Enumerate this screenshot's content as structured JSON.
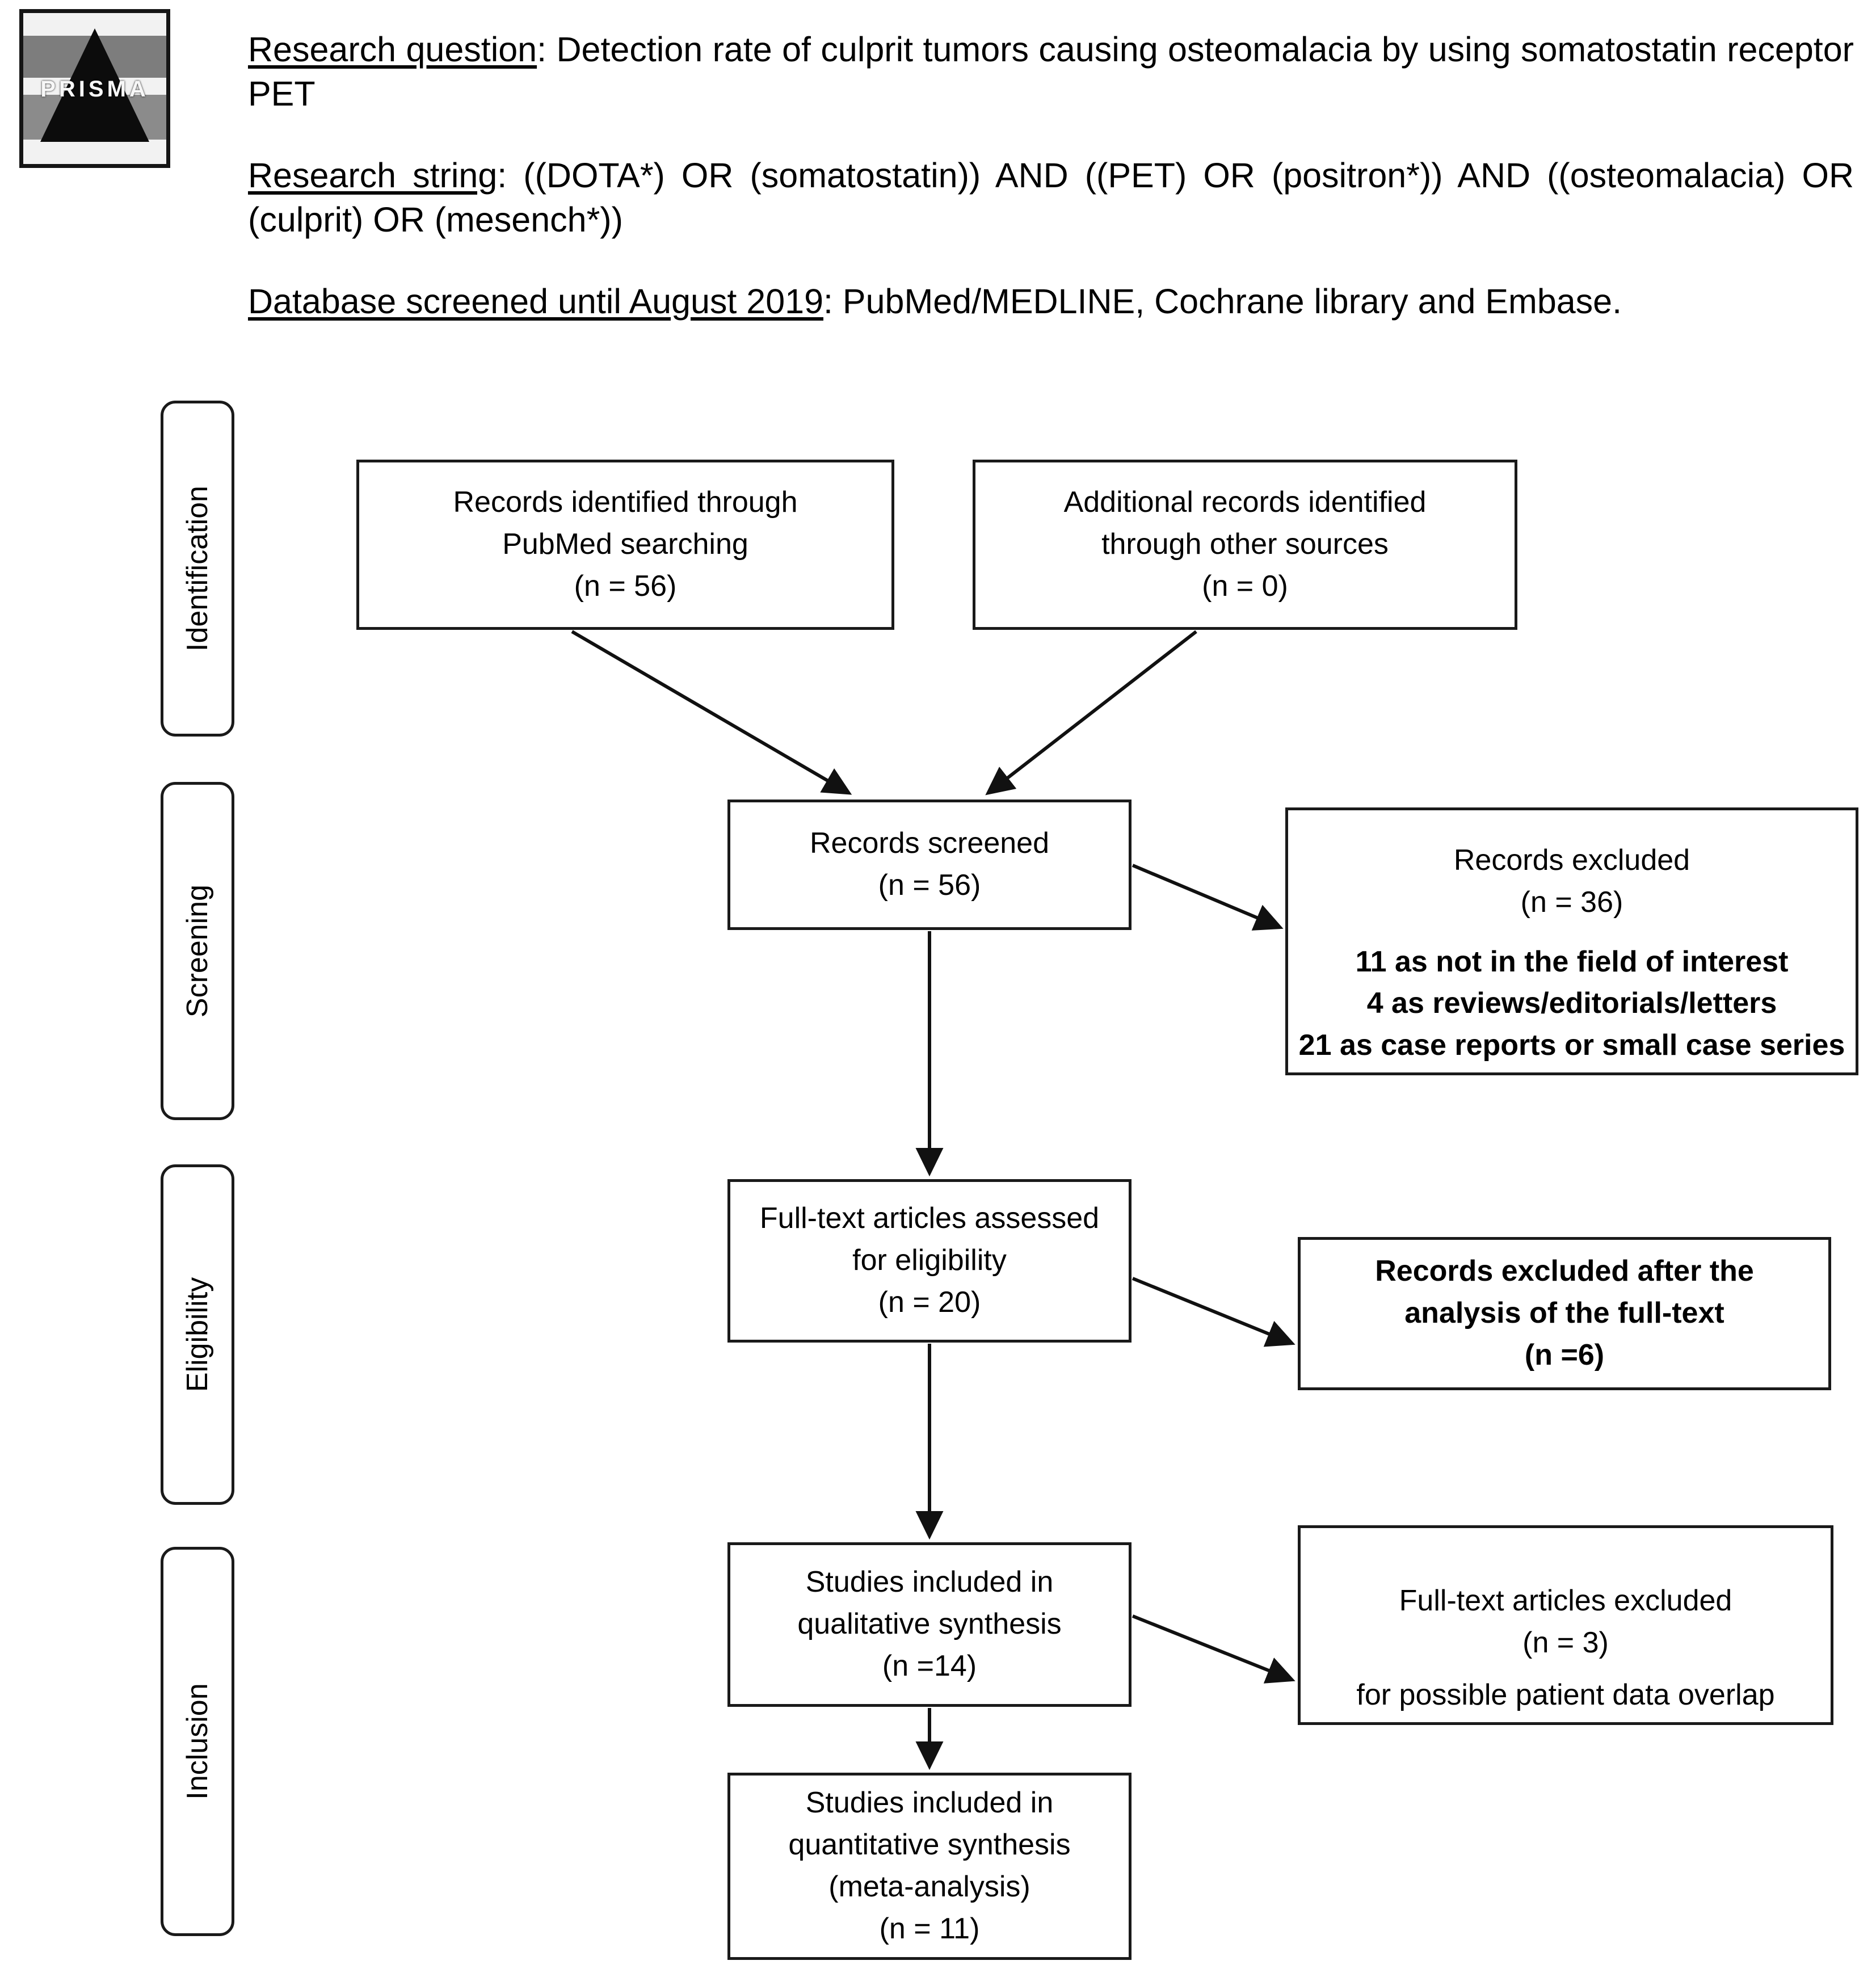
{
  "logo": {
    "name": "PRISMA",
    "word": "PRISMA"
  },
  "header": {
    "question_label": "Research question",
    "question_text": ": Detection rate of culprit tumors causing osteomalacia by using somatostatin receptor PET",
    "string_label": "Research string",
    "string_text": ": ((DOTA*) OR (somatostatin)) AND ((PET) OR (positron*)) AND ((osteomalacia) OR (culprit) OR (mesench*))",
    "database_label": "Database screened until August 2019",
    "database_text": ": PubMed/MEDLINE, Cochrane library and Embase."
  },
  "stages": [
    {
      "id": "identification",
      "label": "Identification"
    },
    {
      "id": "screening",
      "label": "Screening"
    },
    {
      "id": "eligibility",
      "label": "Eligibility"
    },
    {
      "id": "inclusion",
      "label": "Inclusion"
    }
  ],
  "flow": {
    "pubmed": {
      "line1": "Records identified through",
      "line2": "PubMed searching",
      "count": "(n = 56)"
    },
    "other": {
      "line1": "Additional records identified",
      "line2": "through other sources",
      "count": "(n = 0)"
    },
    "screened": {
      "line1": "Records screened",
      "count": "(n = 56)"
    },
    "excluded_screening": {
      "line1": "Records excluded",
      "count": "(n =  36)",
      "reason1": "11 as not in the field of interest",
      "reason2": "4 as reviews/editorials/letters",
      "reason3": "21 as case reports or small case series"
    },
    "fulltext": {
      "line1": "Full-text articles assessed",
      "line2": "for eligibility",
      "count": "(n = 20)"
    },
    "excluded_fulltext": {
      "line1": "Records excluded after the",
      "line2": "analysis of the full-text",
      "count": "(n =6)"
    },
    "qualitative": {
      "line1": "Studies included in",
      "line2": "qualitative synthesis",
      "count": "(n =14)"
    },
    "excluded_overlap": {
      "line1": "Full-text articles excluded",
      "count": "(n = 3)",
      "reason1": "for possible patient data overlap"
    },
    "quantitative": {
      "line1": "Studies included in",
      "line2": "quantitative synthesis",
      "line3": "(meta-analysis)",
      "count": "(n = 11)"
    }
  },
  "chart_data": {
    "type": "diagram",
    "title": "PRISMA flow diagram",
    "nodes": [
      {
        "id": "pubmed",
        "stage": "Identification",
        "label": "Records identified through PubMed searching",
        "n": 56
      },
      {
        "id": "other",
        "stage": "Identification",
        "label": "Additional records identified through other sources",
        "n": 0
      },
      {
        "id": "screened",
        "stage": "Screening",
        "label": "Records screened",
        "n": 56
      },
      {
        "id": "excluded_screening",
        "stage": "Screening",
        "label": "Records excluded",
        "n": 36,
        "reasons": [
          {
            "n": 11,
            "text": "as not in the field of interest"
          },
          {
            "n": 4,
            "text": "as reviews/editorials/letters"
          },
          {
            "n": 21,
            "text": "as case reports or small case series"
          }
        ]
      },
      {
        "id": "fulltext",
        "stage": "Eligibility",
        "label": "Full-text articles assessed for eligibility",
        "n": 20
      },
      {
        "id": "excluded_fulltext",
        "stage": "Eligibility",
        "label": "Records excluded after the analysis of the full-text",
        "n": 6
      },
      {
        "id": "qualitative",
        "stage": "Inclusion",
        "label": "Studies included in qualitative synthesis",
        "n": 14
      },
      {
        "id": "excluded_overlap",
        "stage": "Inclusion",
        "label": "Full-text articles excluded for possible patient data overlap",
        "n": 3
      },
      {
        "id": "quantitative",
        "stage": "Inclusion",
        "label": "Studies included in quantitative synthesis (meta-analysis)",
        "n": 11
      }
    ],
    "edges": [
      {
        "from": "pubmed",
        "to": "screened"
      },
      {
        "from": "other",
        "to": "screened"
      },
      {
        "from": "screened",
        "to": "excluded_screening"
      },
      {
        "from": "screened",
        "to": "fulltext"
      },
      {
        "from": "fulltext",
        "to": "excluded_fulltext"
      },
      {
        "from": "fulltext",
        "to": "qualitative"
      },
      {
        "from": "qualitative",
        "to": "excluded_overlap"
      },
      {
        "from": "qualitative",
        "to": "quantitative"
      }
    ]
  }
}
